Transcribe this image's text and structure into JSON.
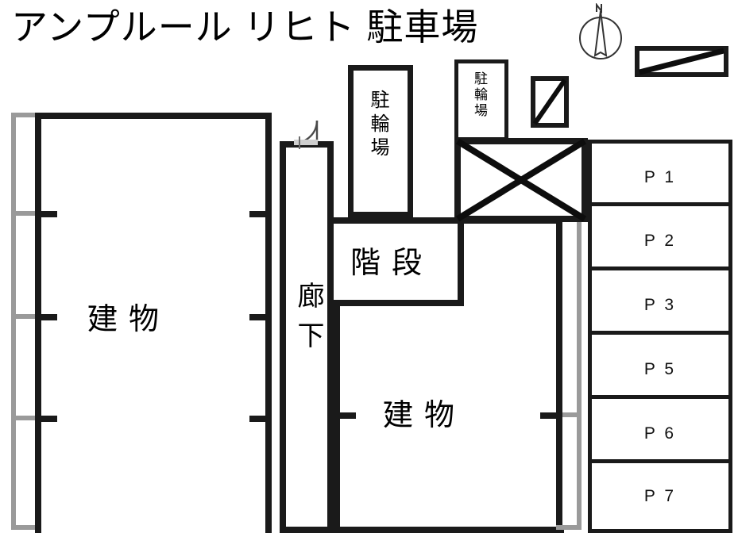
{
  "title": "アンプルール リヒト 駐車場",
  "compass": {
    "label": "N",
    "name": "north-arrow"
  },
  "rooms": {
    "building_left": "建物",
    "building_right": "建物",
    "corridor": "廊下",
    "stairs": "階段",
    "bicycle_parking_1": "駐輪場",
    "bicycle_parking_2": "駐輪場"
  },
  "parking": {
    "stalls": [
      {
        "id": "P1",
        "label": "P 1"
      },
      {
        "id": "P2",
        "label": "P 2"
      },
      {
        "id": "P3",
        "label": "P 3"
      },
      {
        "id": "P5",
        "label": "P 5"
      },
      {
        "id": "P6",
        "label": "P 6"
      },
      {
        "id": "P7",
        "label": "P 7"
      }
    ]
  },
  "colors": {
    "wall": "#1a1a1a",
    "balcony": "#9a9a9a",
    "background": "#ffffff",
    "text": "#000000"
  }
}
